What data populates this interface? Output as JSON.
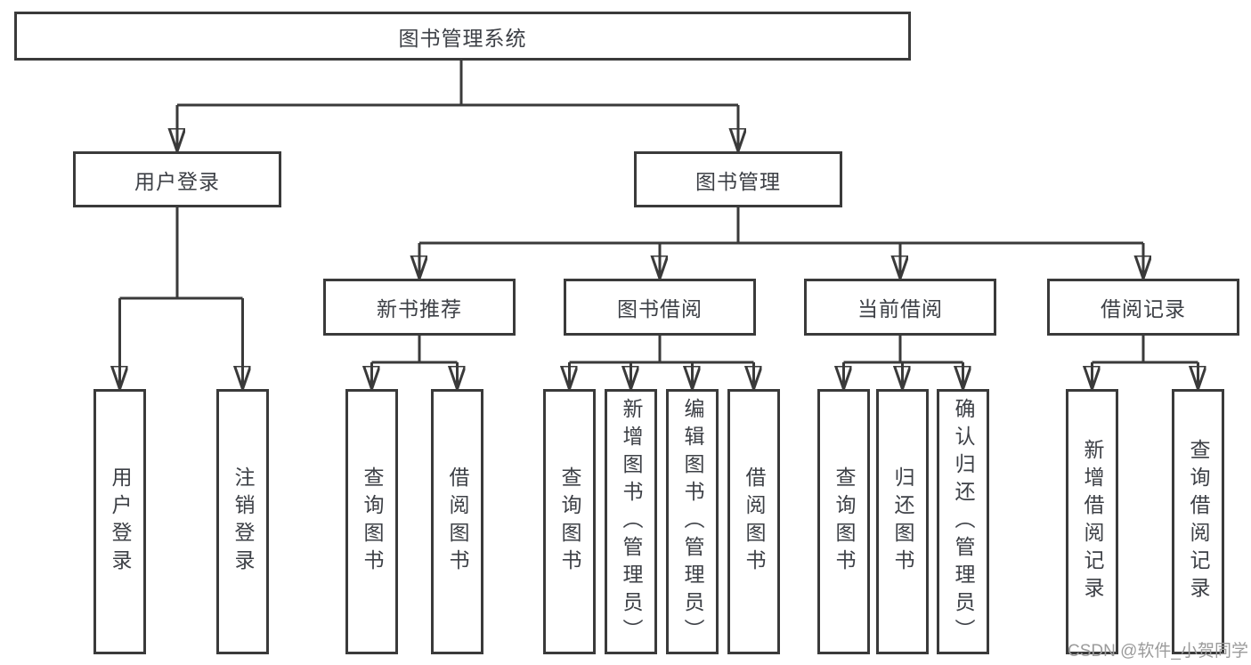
{
  "colors": {
    "line": "#3a3a3a",
    "box_border": "#3a3a3a",
    "box_fill": "#ffffff",
    "text": "#3d4046",
    "watermark": "#9b9b9b",
    "bg": "#ffffff"
  },
  "watermark": {
    "text": "CSDN @软件_小贺同学"
  },
  "tree": {
    "label": "图书管理系统",
    "children": [
      {
        "label": "用户登录",
        "children": [
          {
            "label": "用户登录"
          },
          {
            "label": "注销登录"
          }
        ]
      },
      {
        "label": "图书管理",
        "children": [
          {
            "label": "新书推荐",
            "children": [
              {
                "label": "查询图书"
              },
              {
                "label": "借阅图书"
              }
            ]
          },
          {
            "label": "图书借阅",
            "children": [
              {
                "label": "查询图书"
              },
              {
                "label": "新增图书（管理员）"
              },
              {
                "label": "编辑图书（管理员）"
              },
              {
                "label": "借阅图书"
              }
            ]
          },
          {
            "label": "当前借阅",
            "children": [
              {
                "label": "查询图书"
              },
              {
                "label": "归还图书"
              },
              {
                "label": "确认归还（管理员）"
              }
            ]
          },
          {
            "label": "借阅记录",
            "children": [
              {
                "label": "新增借阅记录"
              },
              {
                "label": "查询借阅记录"
              }
            ]
          }
        ]
      }
    ]
  }
}
